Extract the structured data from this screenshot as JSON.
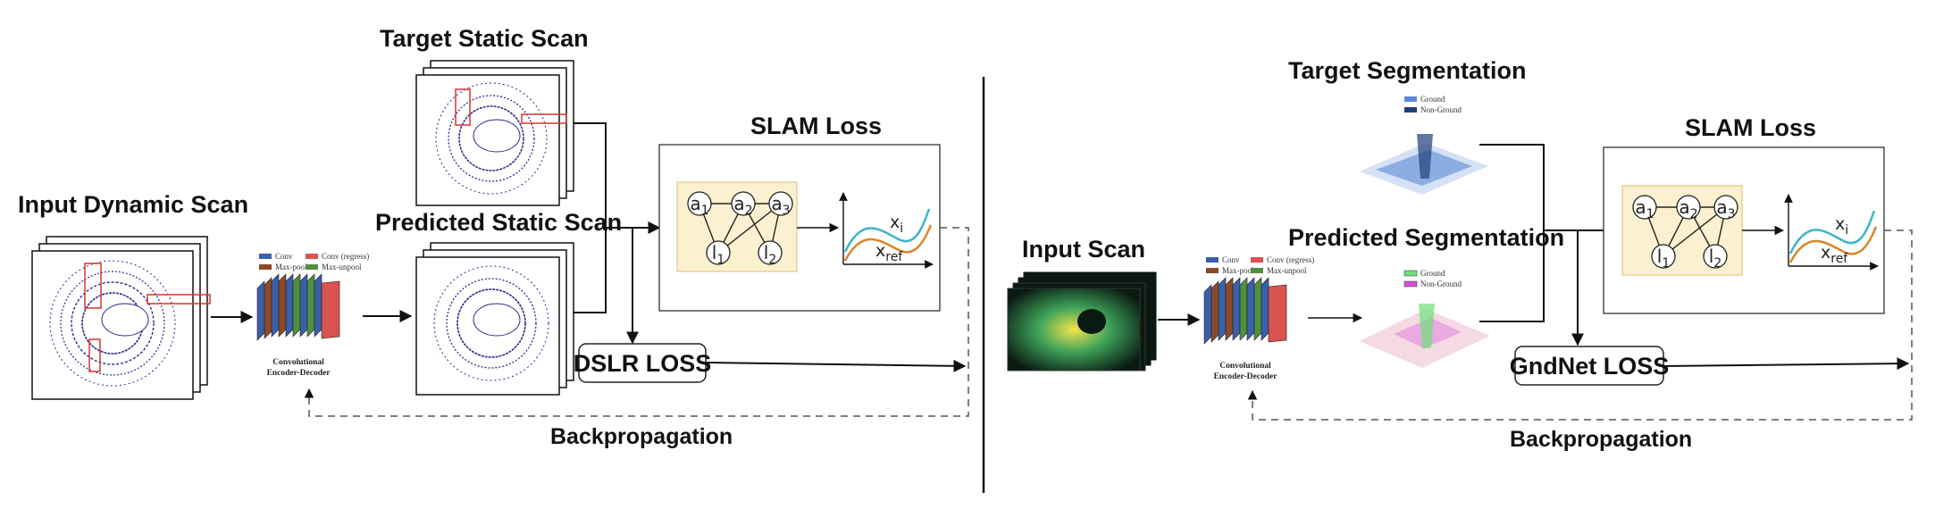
{
  "left": {
    "input_label": "Input Dynamic Scan",
    "target_label": "Target Static Scan",
    "predicted_label": "Predicted Static Scan",
    "slam_loss_label": "SLAM Loss",
    "loss_box_label": "DSLR LOSS",
    "backprop_label": "Backpropagation",
    "encoder": {
      "legend": [
        "Conv",
        "Conv (regress)",
        "Max-pool",
        "Max-unpool"
      ],
      "caption_line1": "Convolutional",
      "caption_line2": "Encoder-Decoder"
    }
  },
  "right": {
    "input_label": "Input Scan",
    "target_label": "Target Segmentation",
    "predicted_label": "Predicted Segmentation",
    "slam_loss_label": "SLAM Loss",
    "loss_box_label": "GndNet LOSS",
    "backprop_label": "Backpropagation",
    "target_legend": [
      "Ground",
      "Non-Ground"
    ],
    "predicted_legend": [
      "Ground",
      "Non-Ground"
    ],
    "encoder": {
      "legend": [
        "Conv",
        "Conv (regress)",
        "Max-pool",
        "Max-unpool"
      ],
      "caption_line1": "Convolutional",
      "caption_line2": "Encoder-Decoder"
    }
  },
  "graph": {
    "nodes": [
      "a1",
      "a2",
      "a3",
      "l1",
      "l2"
    ],
    "curve_labels": [
      "xi",
      "xref"
    ]
  },
  "colors": {
    "scan_blue": "#2a2a8c",
    "highlight_red": "#d9342b",
    "graph_bg": "#fbf0cf",
    "graph_border": "#e3c77a",
    "curve_teal": "#3bb5c9",
    "curve_orange": "#d9852a",
    "enc_conv": "#3b5fa8",
    "enc_regress": "#d9534f",
    "enc_pool": "#8a4a2a",
    "enc_unpool": "#4f8f3f",
    "ground_blue": "#5a8ad6",
    "nonground_navy": "#1f3f7a",
    "ground_green": "#6fe07a",
    "nonground_magenta": "#d64fd6"
  }
}
